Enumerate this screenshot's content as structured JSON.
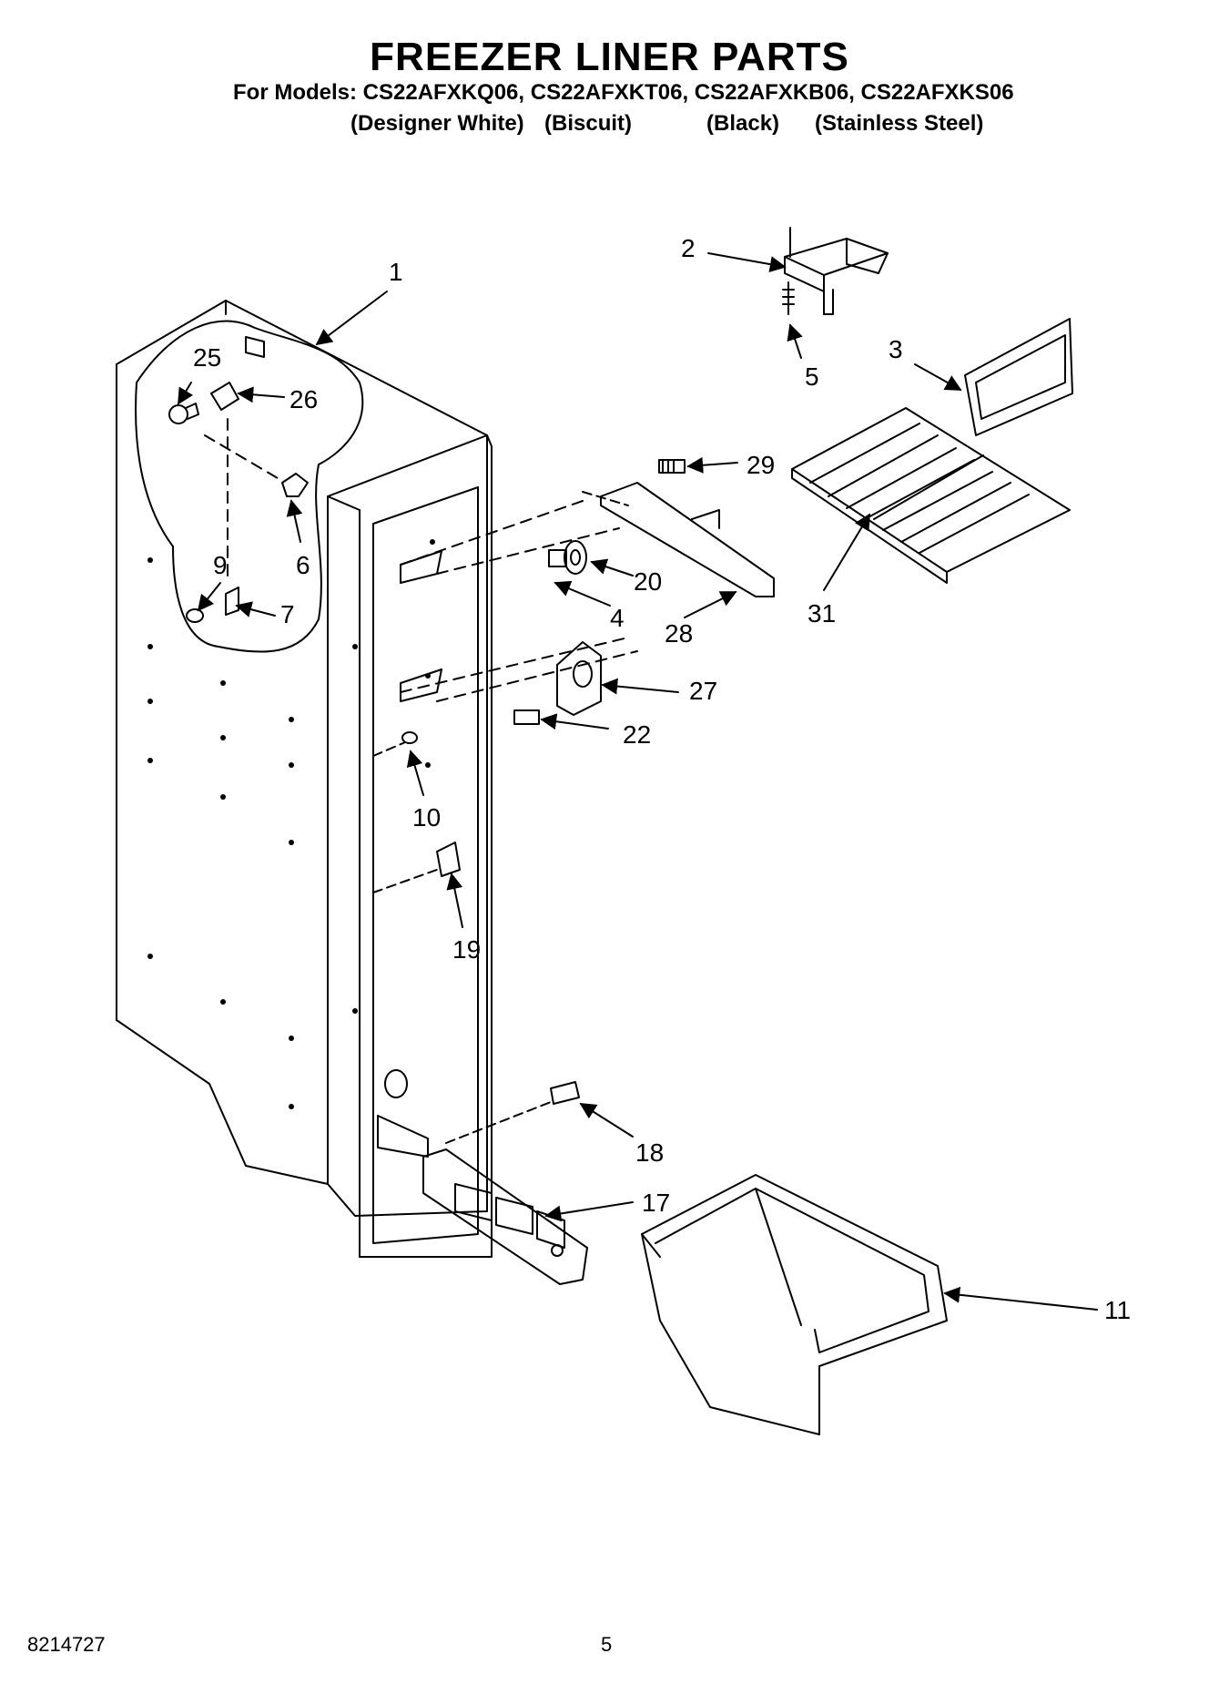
{
  "header": {
    "title": "FREEZER LINER PARTS",
    "models": "For Models: CS22AFXKQ06, CS22AFXKT06, CS22AFXKB06, CS22AFXKS06",
    "finishes": [
      "(Designer White)",
      "(Biscuit)",
      "(Black)",
      "(Stainless Steel)"
    ]
  },
  "callouts": {
    "c1": "1",
    "c2": "2",
    "c3": "3",
    "c4": "4",
    "c5": "5",
    "c6": "6",
    "c7": "7",
    "c9": "9",
    "c10": "10",
    "c11": "11",
    "c17": "17",
    "c18": "18",
    "c19": "19",
    "c20": "20",
    "c22": "22",
    "c25": "25",
    "c26": "26",
    "c27": "27",
    "c28": "28",
    "c29": "29",
    "c31": "31"
  },
  "footer": {
    "doc_number": "8214727",
    "page_number": "5"
  }
}
